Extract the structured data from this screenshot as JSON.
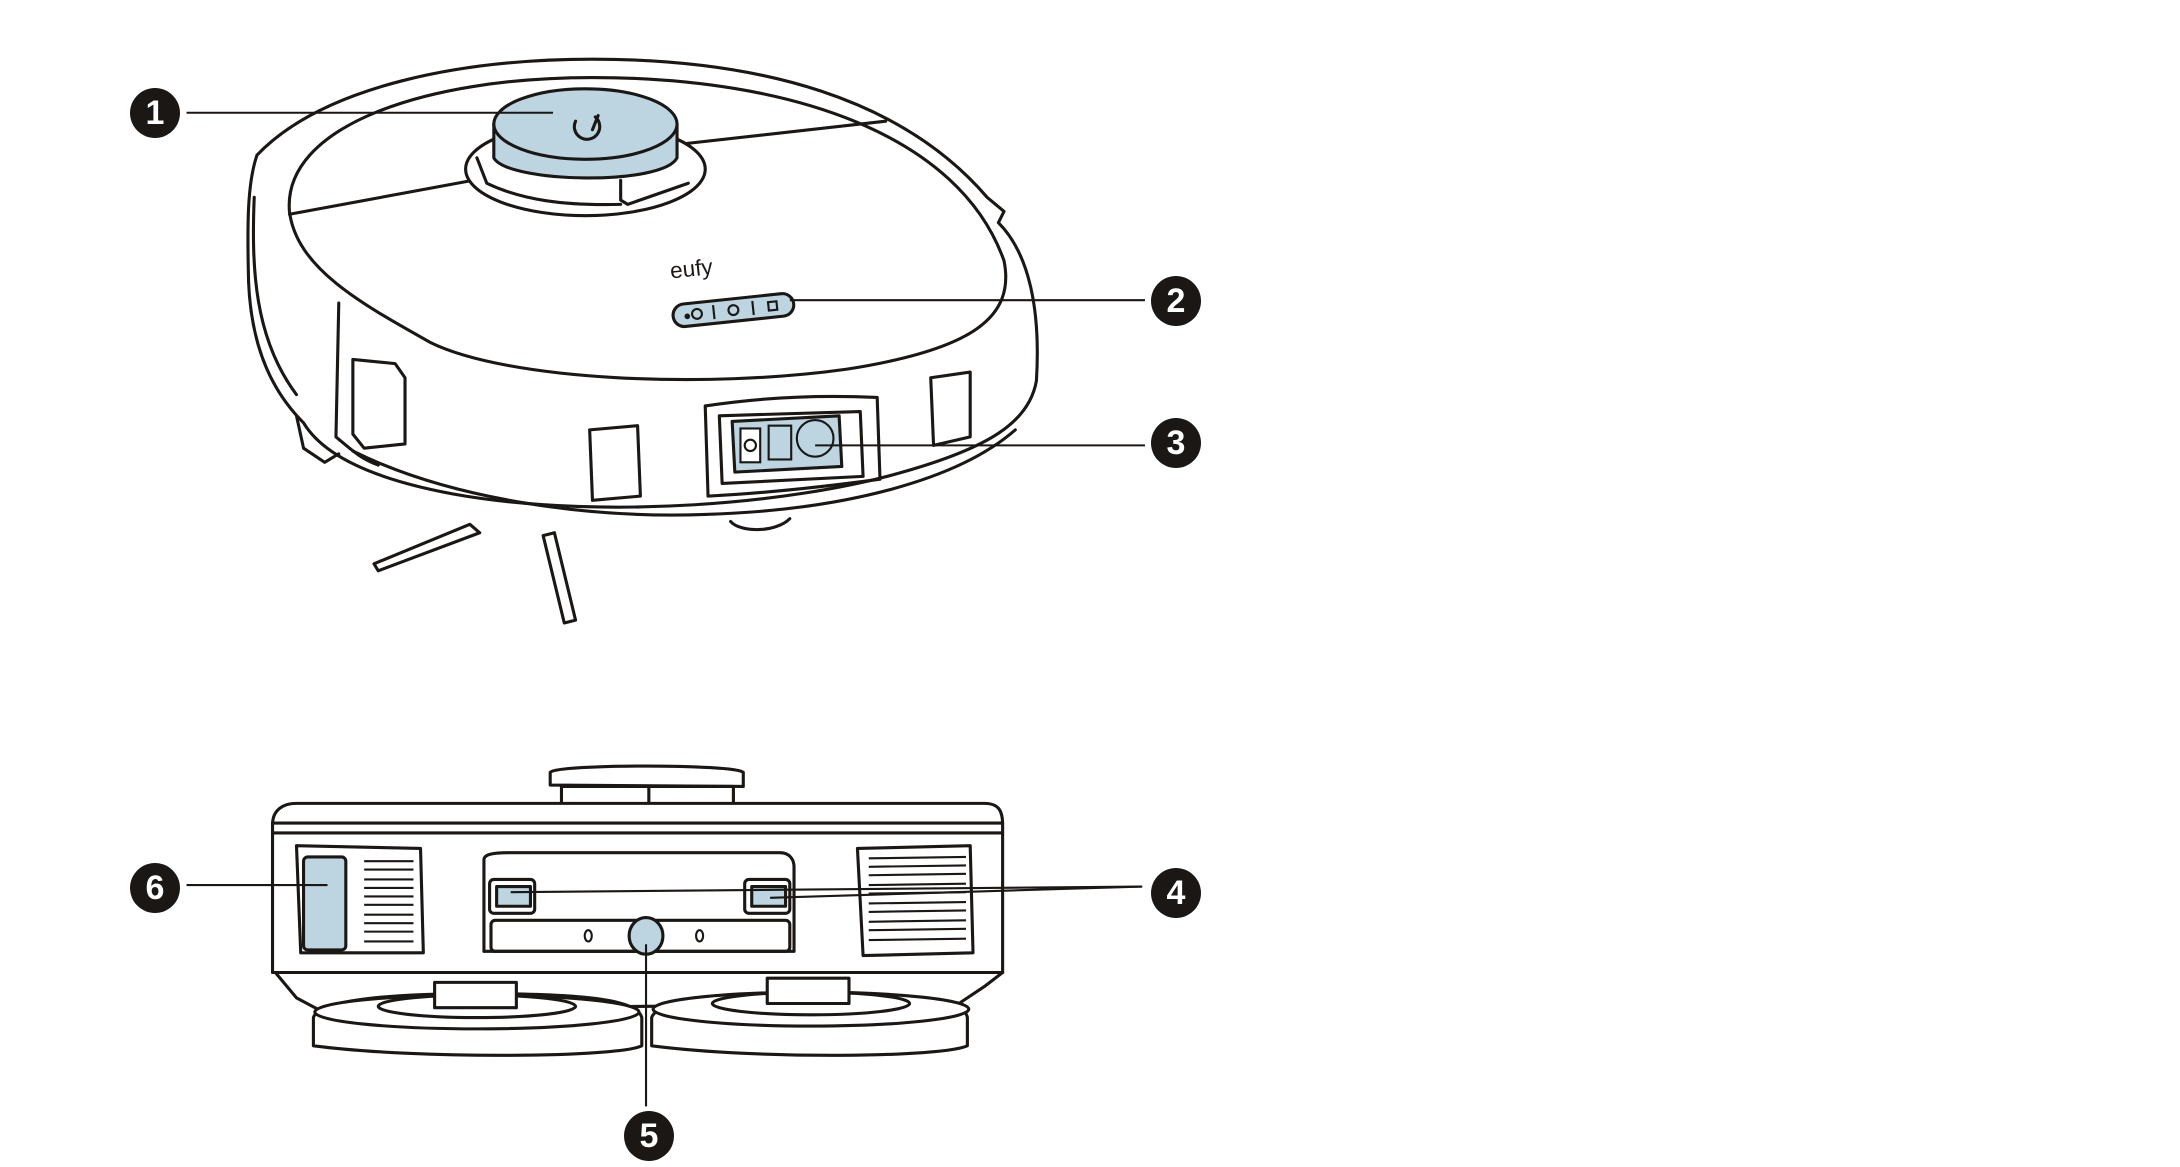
{
  "diagram": {
    "logo_text": "eufy",
    "callouts": [
      {
        "number": "1",
        "part": "lidar-top-button"
      },
      {
        "number": "2",
        "part": "indicator-panel"
      },
      {
        "number": "3",
        "part": "front-sensor-window"
      },
      {
        "number": "4",
        "part": "rear-sensors"
      },
      {
        "number": "5",
        "part": "rear-center-sensor"
      },
      {
        "number": "6",
        "part": "side-panel"
      }
    ],
    "colors": {
      "highlight": "#bcd5e0",
      "ink": "#1a1714"
    }
  }
}
